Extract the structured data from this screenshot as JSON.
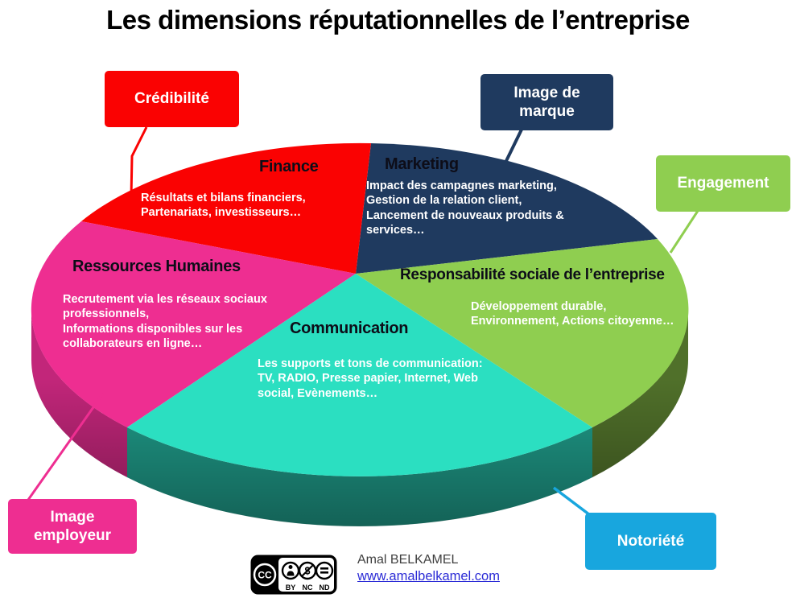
{
  "title": "Les dimensions réputationnelles de l’entreprise",
  "chart_data": {
    "type": "pie",
    "style": "3d-pie-with-callouts",
    "title": "Les dimensions réputationnelles de l’entreprise",
    "legend_position": "none",
    "slices": [
      {
        "label": "Finance",
        "details": "Résultats et bilans financiers,\nPartenariats, investisseurs…",
        "color": "#FA0202",
        "callout": "Crédibilité",
        "approx_angle_deg": 60
      },
      {
        "label": "Marketing",
        "details": "Impact des campagnes marketing,\nGestion de la relation client,\nLancement de nouveaux produits &\nservices…",
        "color": "#1F3A5F",
        "callout": "Image de marque",
        "approx_angle_deg": 63
      },
      {
        "label": "Responsabilité sociale de l’entreprise",
        "details": "Développement durable,\nEnvironnement, Actions citoyenne…",
        "color": "#8FCE50",
        "side_color": "#50702A",
        "callout": "Engagement",
        "approx_angle_deg": 70
      },
      {
        "label": "Communication",
        "details": "Les supports et tons de communication:\nTV, RADIO, Presse papier, Internet, Web\nsocial, Evènements…",
        "color": "#2BDFC1",
        "side_color": "#1F9B89",
        "callout": "Notoriété",
        "approx_angle_deg": 90
      },
      {
        "label": "Ressources Humaines",
        "details": "Recrutement via les réseaux sociaux\nprofessionnels,\nInformations disponibles sur les\ncollaborateurs en ligne…",
        "color": "#EE2E91",
        "side_color": "#C2267A",
        "callout": "Image employeur",
        "approx_angle_deg": 77
      }
    ]
  },
  "callouts": [
    {
      "label": "Crédibilité",
      "color": "#FA0202",
      "text_color": "#FFFFFF",
      "connects_to": "Finance"
    },
    {
      "label": "Image de\nmarque",
      "color": "#1F3A5F",
      "text_color": "#FFFFFF",
      "connects_to": "Marketing"
    },
    {
      "label": "Engagement",
      "color": "#8FCE50",
      "text_color": "#FFFFFF",
      "connects_to": "Responsabilité sociale de l’entreprise"
    },
    {
      "label": "Notoriété",
      "color": "#18A6DE",
      "text_color": "#FFFFFF",
      "connects_to": "Communication"
    },
    {
      "label": "Image\nemployeur",
      "color": "#EE2E91",
      "text_color": "#FFFFFF",
      "connects_to": "Ressources Humaines"
    }
  ],
  "footer": {
    "author": "Amal BELKAMEL",
    "website": "www.amalbelkamel.com",
    "license": {
      "cc": "CC",
      "by": "BY",
      "nc": "NC",
      "nd": "ND"
    }
  }
}
